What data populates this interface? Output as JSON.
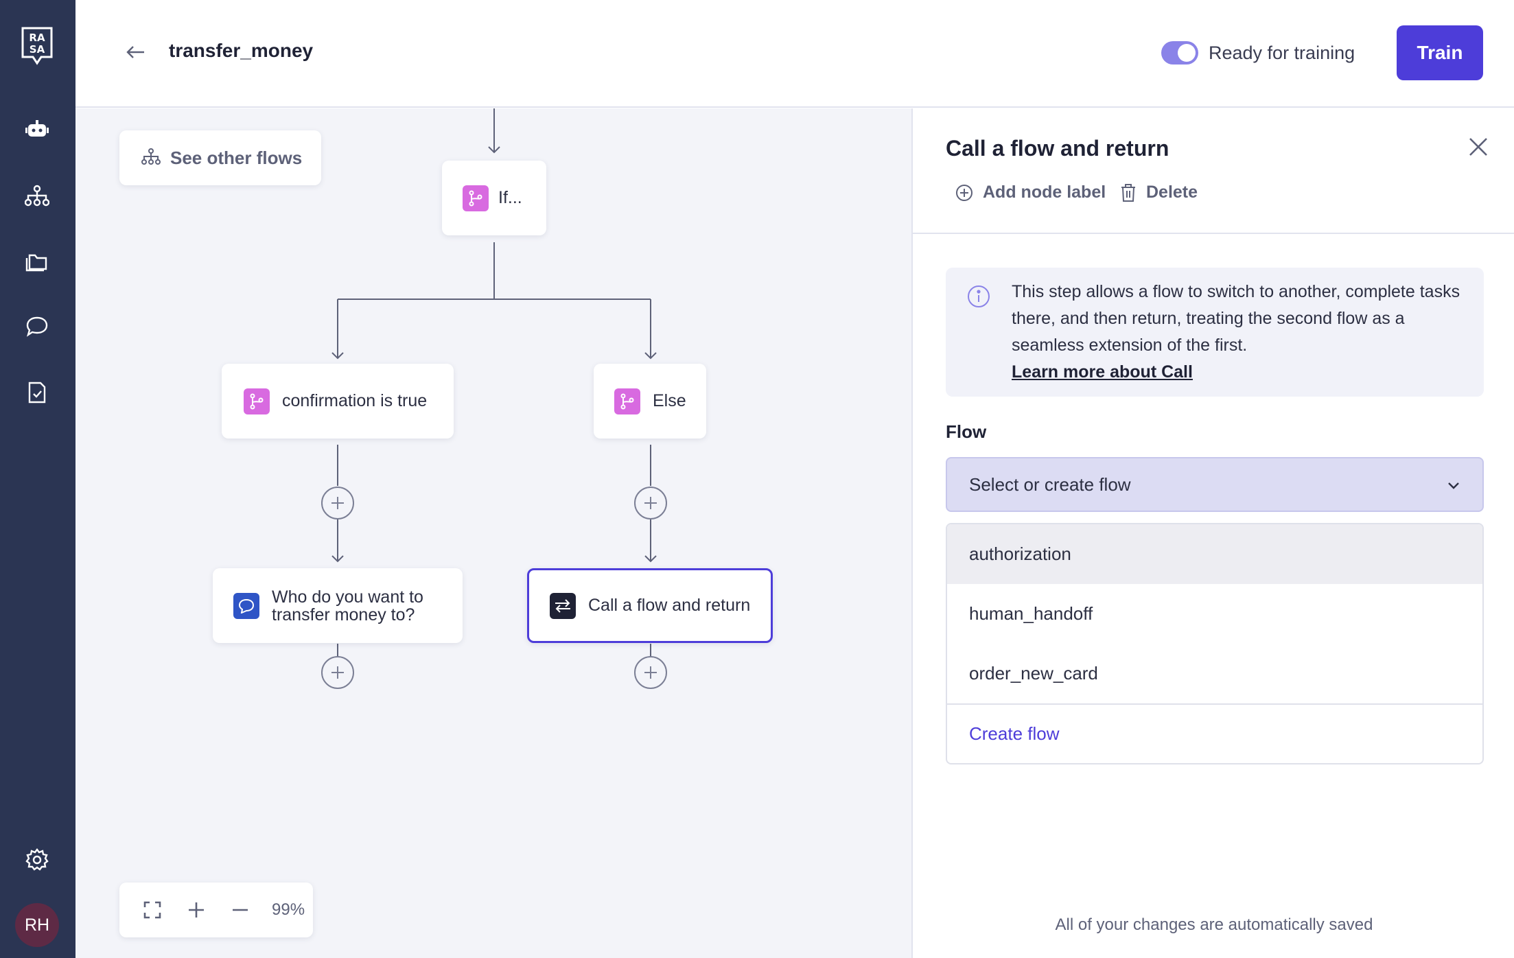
{
  "sidebar": {
    "logo_text": "RASA",
    "items": [
      {
        "icon": "robot-icon"
      },
      {
        "icon": "flows-icon"
      },
      {
        "icon": "folder-icon"
      },
      {
        "icon": "chat-icon"
      },
      {
        "icon": "checklist-icon"
      }
    ],
    "settings_icon": "gear-icon",
    "avatar_initials": "RH"
  },
  "header": {
    "flow_name": "transfer_money",
    "toggle_on": true,
    "status_label": "Ready for training",
    "train_label": "Train"
  },
  "canvas": {
    "see_other_flows": "See other flows",
    "nodes": {
      "if": "If...",
      "branch_true": "confirmation is true",
      "branch_else": "Else",
      "collect": "Who do you want to transfer money to?",
      "call": "Call a flow and return"
    },
    "zoom_level": "99%"
  },
  "panel": {
    "title": "Call a flow and return",
    "add_label": "Add node label",
    "delete_label": "Delete",
    "info_text": "This step allows a flow to switch to another, complete tasks there, and then return, treating the second flow as a seamless extension of the first.",
    "info_link": "Learn more about Call",
    "field_label": "Flow",
    "select_placeholder": "Select or create flow",
    "options": [
      "authorization",
      "human_handoff",
      "order_new_card"
    ],
    "create_option": "Create flow",
    "autosave_note": "All of your changes are automatically saved"
  },
  "colors": {
    "sidebar": "#2b3553",
    "accent": "#4d3dd9",
    "branch_chip": "#d86ae0",
    "message_chip": "#2f55c6",
    "call_chip": "#1f2235"
  }
}
